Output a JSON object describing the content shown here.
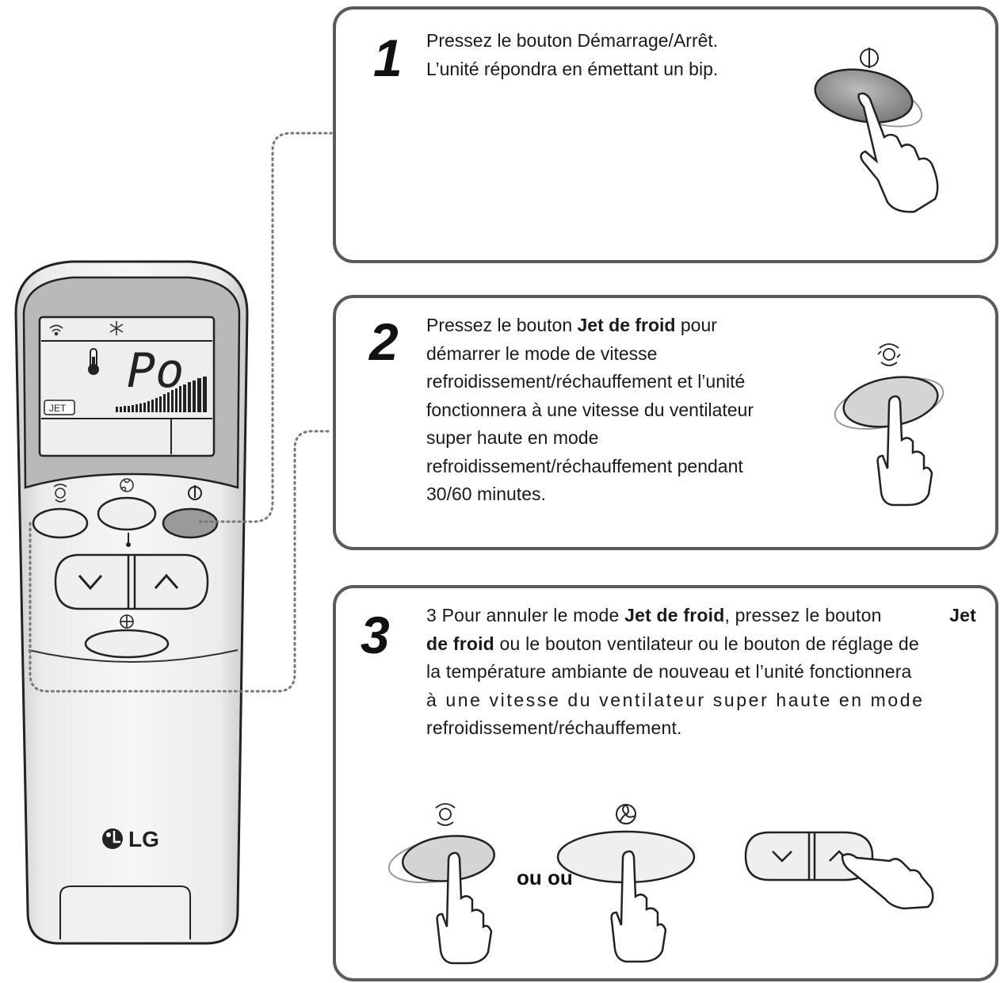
{
  "remote": {
    "lcd_mode_text": "Po",
    "lcd_jet_badge": "JET",
    "brand": "LG"
  },
  "steps": [
    {
      "number": "1",
      "lines": [
        "Pressez le bouton Démarrage/Arrêt.",
        "L’unité répondra en émettant un bip."
      ]
    },
    {
      "number": "2",
      "prefix": "Pressez le bouton ",
      "bold": "Jet de froid",
      "suffix_first_line": " pour",
      "lines": [
        "démarrer le mode de vitesse",
        "refroidissement/réchauffement et l’unité",
        "fonctionnera à une vitesse du ventilateur",
        "super haute en mode",
        "refroidissement/réchauffement pendant",
        "30/60 minutes."
      ]
    },
    {
      "number": "3",
      "line1_a": "3 Pour annuler le mode ",
      "line1_bold1": "Jet de froid",
      "line1_b": ", pressez le bouton ",
      "line1_bold2": "Jet",
      "line2_bold": "de froid",
      "line2_rest": " ou le bouton ventilateur ou le bouton de réglage de",
      "line3": "la température ambiante de nouveau et l’unité fonctionnera",
      "line4": "à une vitesse du ventilateur super haute en mode",
      "line5": "refroidissement/réchauffement."
    }
  ],
  "or_label": "ou ou",
  "icons": [
    "power-icon",
    "jet-cool-icon",
    "fan-icon",
    "temp-down-icon",
    "temp-up-icon",
    "thermometer-icon",
    "snowflake-icon",
    "signal-icon",
    "lg-logo-icon",
    "pressing-hand-icon"
  ]
}
